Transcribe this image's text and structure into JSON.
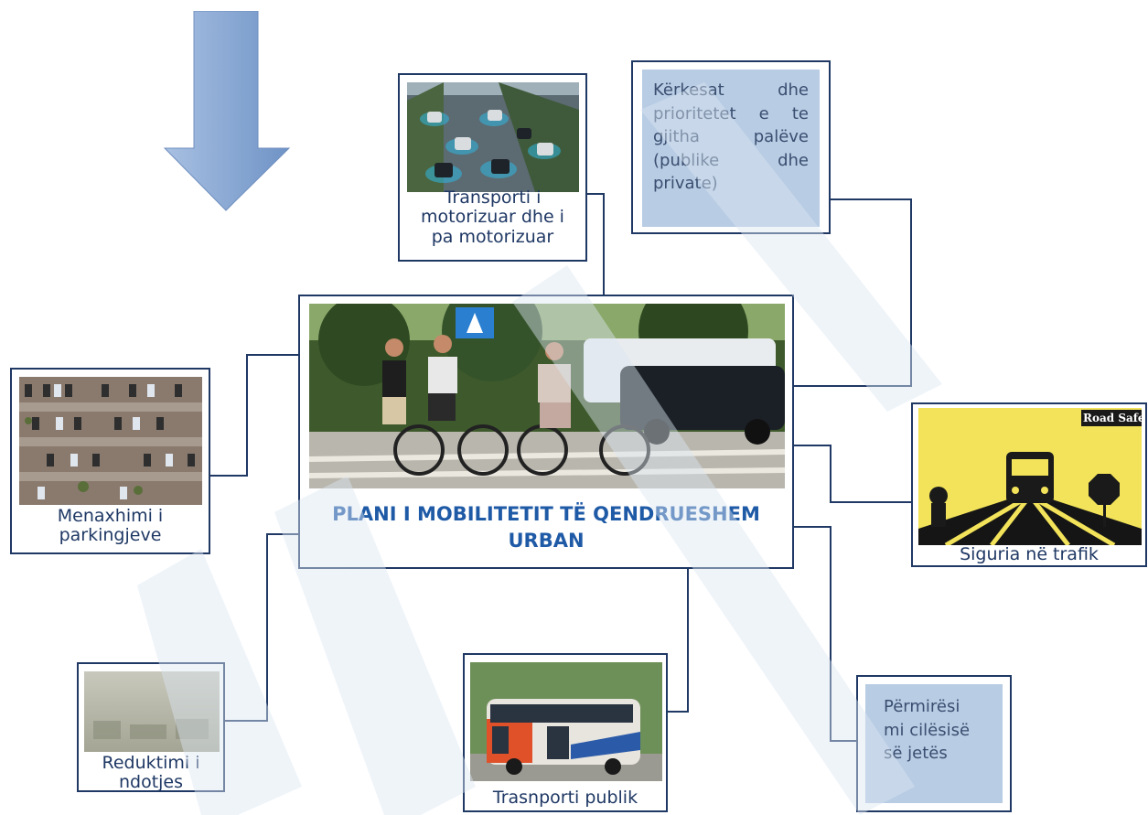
{
  "center": {
    "title": "PLANI I MOBILITETIT TË QENDRUESHEM URBAN"
  },
  "nodes": {
    "transport_motorized": "Transporti i motorizuar dhe i pa motorizuar",
    "requirements": "Kërkesat dhe prioritetet e te gjitha palëve (publike dhe private)",
    "parking": "Menaxhimi i parkingjeve",
    "safety": "Siguria në trafik",
    "safety_sign": "Road Safe",
    "pollution": "Reduktimi i ndotjes",
    "public_transport": "Trasnporti publik",
    "quality_of_life": "Përmirësi mi cilësisë së jetës"
  },
  "colors": {
    "border": "#1f3864",
    "title": "#1f5aa6",
    "note_fill": "#b8cce4",
    "arrow": "#7b9fcf"
  }
}
